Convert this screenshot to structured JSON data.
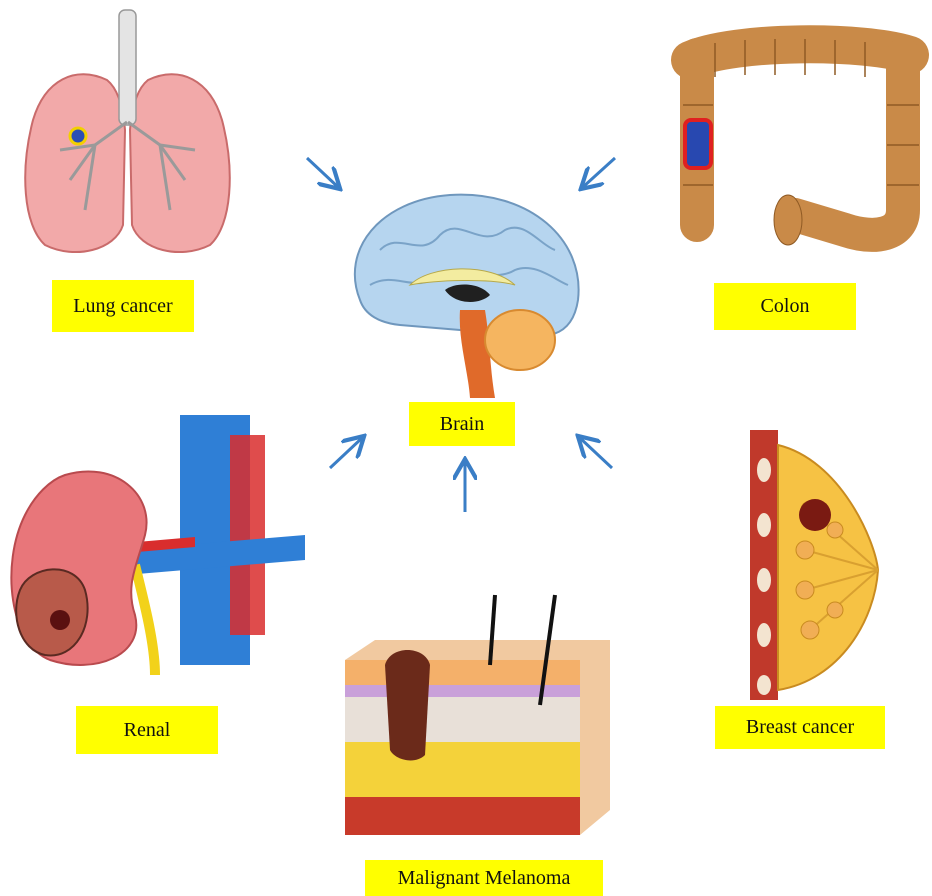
{
  "colors": {
    "label_bg": "#ffff00",
    "arrow": "#3a7ec6",
    "lung": "#f2a9a9",
    "brain": "#b6d5ef",
    "colon": "#c98a48",
    "kidney": "#e8767a",
    "vein": "#2f7fd6",
    "artery": "#d92d2d",
    "breast": "#f6c244",
    "skin_fat": "#f4d23a"
  },
  "labels": {
    "lung": "Lung cancer",
    "colon": "Colon",
    "brain": "Brain",
    "renal": "Renal",
    "breast": "Breast cancer",
    "melanoma": "Malignant Melanoma"
  },
  "icons": [
    "lungs-icon",
    "brain-icon",
    "colon-icon",
    "kidney-icon",
    "breast-icon",
    "skin-icon"
  ]
}
